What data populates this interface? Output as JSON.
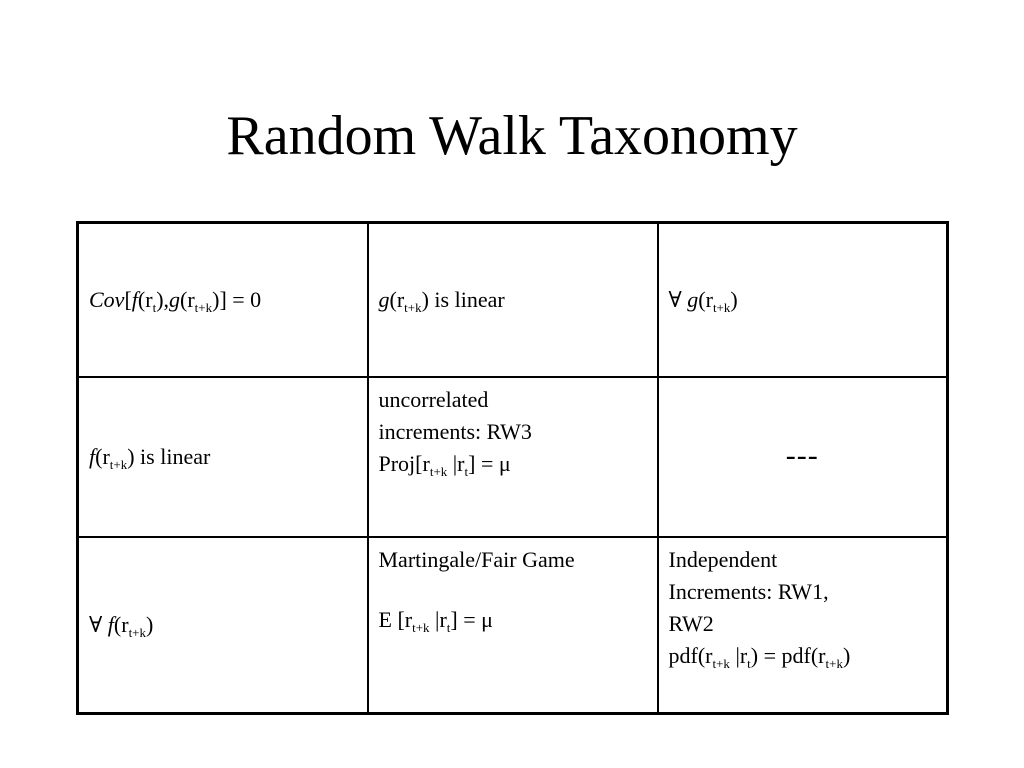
{
  "title": "Random Walk Taxonomy",
  "header_row": {
    "corner": {
      "cov": "Cov",
      "lb": "[",
      "f": "f",
      "r1": "(r",
      "t1": "t",
      "close1": "),",
      "g": "g",
      "r2": "(r",
      "t2": "t+k",
      "tail": ")] = 0"
    },
    "col2": {
      "g": "g",
      "r": "(r",
      "t": "t+k",
      "tail": ") is linear"
    },
    "col3": {
      "forall": "∀ ",
      "g": "g",
      "r": "(r",
      "t": "t+k",
      "tail": ")"
    }
  },
  "row2": {
    "label": {
      "f": "f",
      "r": "(r",
      "t": "t+k",
      "tail": ") is linear"
    },
    "col2": {
      "line1": "uncorrelated",
      "line2": "increments: RW3",
      "proj": "Proj[r",
      "t1": "t+k",
      "mid": " |r",
      "t2": "t",
      "tail": "] = μ"
    },
    "col3": "---"
  },
  "row3": {
    "label": {
      "forall": "∀ ",
      "f": "f",
      "r": "(r",
      "t": "t+k",
      "tail": ")"
    },
    "col2": {
      "line1": "Martingale/Fair Game",
      "e": " E [r",
      "t1": "t+k",
      "mid": " |r",
      "t2": "t",
      "tail": "] = μ"
    },
    "col3": {
      "line1": "Independent",
      "line2": "Increments: RW1,",
      "line3": "RW2",
      "pdf1": "pdf(r",
      "t1": "t+k",
      "mid": " |r",
      "t2": "t",
      "pdf2": ") = pdf(r",
      "t3": "t+k",
      "tail": ")"
    }
  }
}
